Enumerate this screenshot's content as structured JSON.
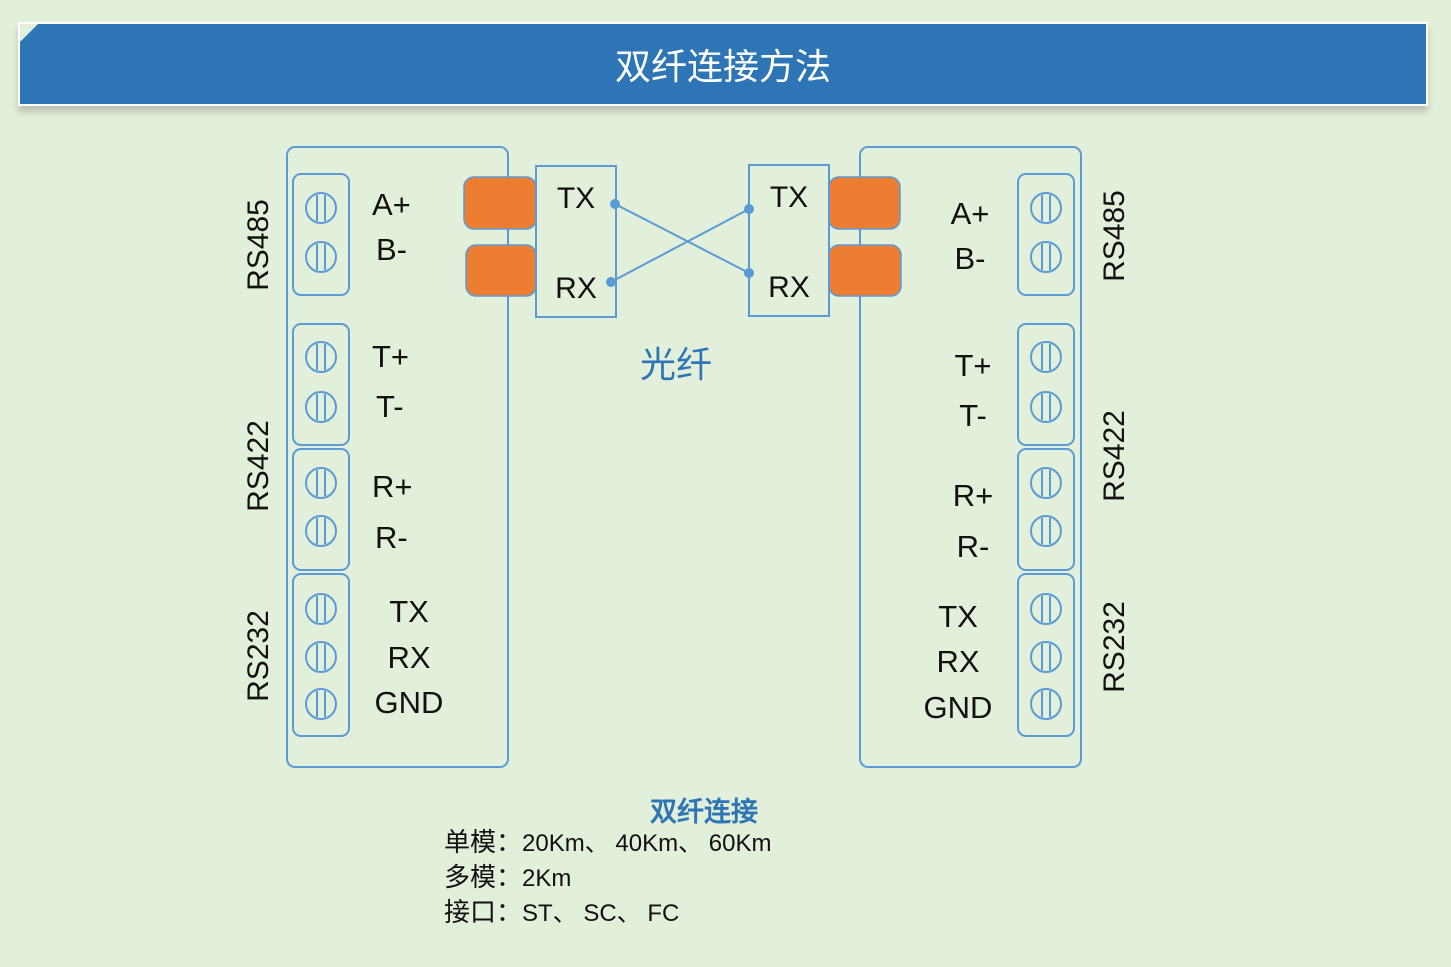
{
  "title": "双纤连接方法",
  "fiber_label": "光纤",
  "left_device": {
    "groups": [
      "RS485",
      "RS422",
      "RS232"
    ],
    "terminals": [
      "A+",
      "B-",
      "T+",
      "T-",
      "R+",
      "R-",
      "TX",
      "RX",
      "GND"
    ]
  },
  "right_device": {
    "groups": [
      "RS485",
      "RS422",
      "RS232"
    ],
    "terminals": [
      "A+",
      "B-",
      "T+",
      "T-",
      "R+",
      "R-",
      "TX",
      "RX",
      "GND"
    ]
  },
  "left_port": {
    "tx": "TX",
    "rx": "RX"
  },
  "right_port": {
    "tx": "TX",
    "rx": "RX"
  },
  "info": {
    "heading": "双纤连接",
    "rows": [
      {
        "label": "单模",
        "sep": "：",
        "value": "20Km、 40Km、 60Km"
      },
      {
        "label": "多模",
        "sep": "：",
        "value": "2Km"
      },
      {
        "label": "接口",
        "sep": "：",
        "value": "ST、 SC、 FC"
      }
    ]
  },
  "colors": {
    "accent": "#2e75b6",
    "line": "#5b9bd5",
    "connector": "#ed7d31",
    "background": "#e2efda"
  }
}
